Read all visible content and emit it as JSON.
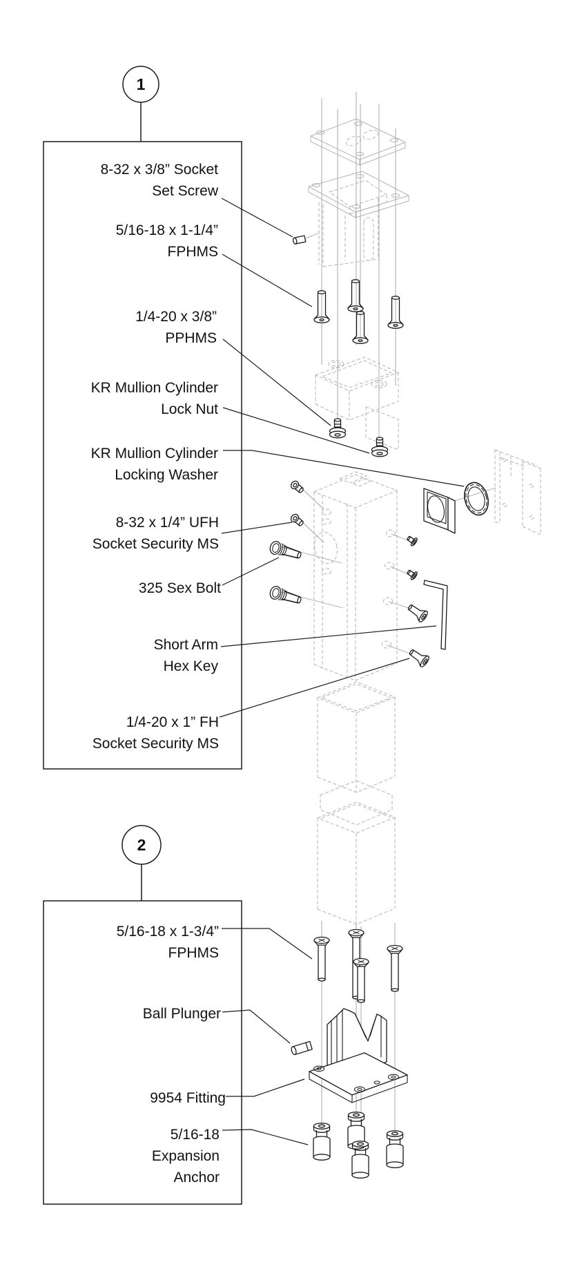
{
  "page": {
    "background": "#ffffff"
  },
  "colors": {
    "line": "#1a1a1a",
    "phantom": "#b3b3b3",
    "centerline": "#9f9f9f",
    "background": "#ffffff"
  },
  "sections": [
    {
      "number": "1",
      "labels": [
        {
          "id": "socket-set-screw",
          "lines": [
            "8-32 x 3/8” Socket",
            "Set Screw"
          ]
        },
        {
          "id": "fphms-1-1-4",
          "lines": [
            "5/16-18 x 1-1/4”",
            "FPHMS"
          ]
        },
        {
          "id": "pphms-3-8",
          "lines": [
            "1/4-20 x 3/8”",
            "PPHMS"
          ]
        },
        {
          "id": "kr-lock-nut",
          "lines": [
            "KR Mullion Cylinder",
            "Lock Nut"
          ]
        },
        {
          "id": "kr-locking-washer",
          "lines": [
            "KR Mullion Cylinder",
            "Locking Washer"
          ]
        },
        {
          "id": "ufh-security-ms",
          "lines": [
            "8-32 x 1/4” UFH",
            "Socket Security MS"
          ]
        },
        {
          "id": "sex-bolt-325",
          "lines": [
            "325 Sex Bolt"
          ]
        },
        {
          "id": "short-arm-hex-key",
          "lines": [
            "Short Arm",
            "Hex Key"
          ]
        },
        {
          "id": "fh-security-ms",
          "lines": [
            "1/4-20 x 1” FH",
            "Socket Security MS"
          ]
        }
      ]
    },
    {
      "number": "2",
      "labels": [
        {
          "id": "fphms-1-3-4",
          "lines": [
            "5/16-18 x 1-3/4”",
            "FPHMS"
          ]
        },
        {
          "id": "ball-plunger",
          "lines": [
            "Ball Plunger"
          ]
        },
        {
          "id": "fitting-9954",
          "lines": [
            "9954 Fitting"
          ]
        },
        {
          "id": "expansion-anchor",
          "lines": [
            "5/16-18",
            "Expansion",
            "Anchor"
          ]
        }
      ]
    }
  ]
}
